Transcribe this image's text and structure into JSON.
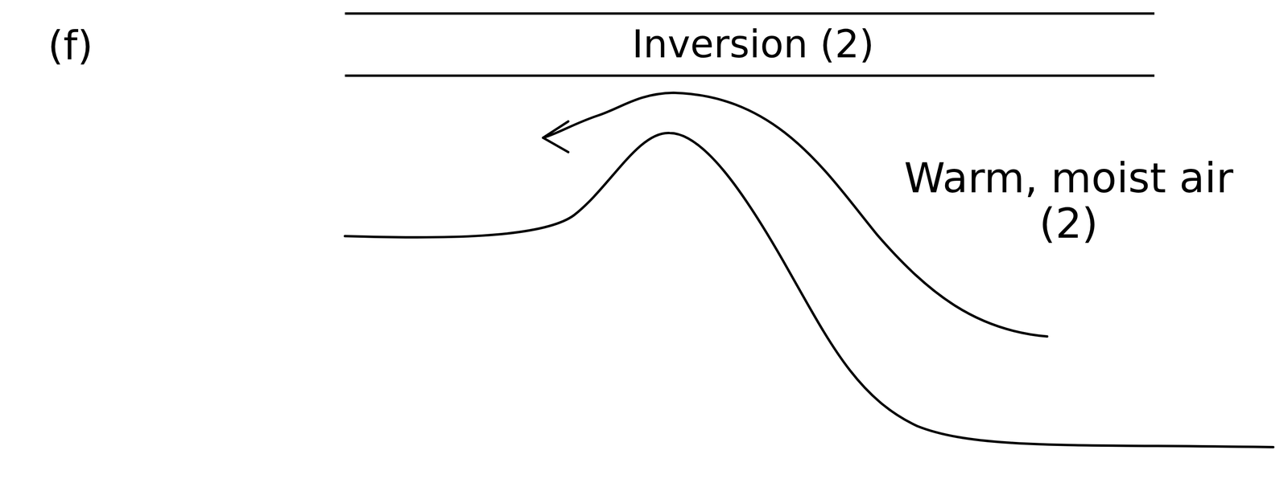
{
  "diagram": {
    "nodes": [
      {
        "text": [
          "Inversion (2)"
        ]
      }
    ],
    "labels": [
      "(f)",
      "Warm, moist air (2)"
    ]
  }
}
